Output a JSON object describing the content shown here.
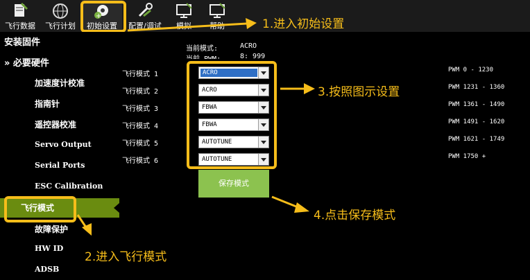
{
  "toolbar": {
    "items": [
      {
        "label": "飞行数据"
      },
      {
        "label": "飞行计划"
      },
      {
        "label": "初始设置"
      },
      {
        "label": "配置/调试"
      },
      {
        "label": "模拟"
      },
      {
        "label": "帮助"
      }
    ]
  },
  "sidebar": {
    "title": "安装固件",
    "expand_label": "» 必要硬件",
    "items": [
      {
        "label": "加速度计校准"
      },
      {
        "label": "指南针"
      },
      {
        "label": "遥控器校准"
      },
      {
        "label": "Servo Output"
      },
      {
        "label": "Serial Ports"
      },
      {
        "label": "ESC Calibration"
      },
      {
        "label": "飞行模式"
      },
      {
        "label": "故障保护"
      },
      {
        "label": "HW ID"
      },
      {
        "label": "ADSB"
      }
    ]
  },
  "status": {
    "current_mode_label": "当前模式:",
    "current_mode_value": "ACRO",
    "current_pwm_label": "当前 PWM:",
    "current_pwm_value": "8: 999"
  },
  "modes": [
    {
      "label": "飞行模式 1",
      "value": "ACRO",
      "selected": true
    },
    {
      "label": "飞行模式 2",
      "value": "ACRO"
    },
    {
      "label": "飞行模式 3",
      "value": "FBWA"
    },
    {
      "label": "飞行模式 4",
      "value": "FBWA"
    },
    {
      "label": "飞行模式 5",
      "value": "AUTOTUNE"
    },
    {
      "label": "飞行模式 6",
      "value": "AUTOTUNE"
    }
  ],
  "pwm_ranges": [
    "PWM 0 - 1230",
    "PWM 1231 - 1360",
    "PWM 1361 - 1490",
    "PWM 1491 - 1620",
    "PWM 1621 - 1749",
    "PWM 1750 +"
  ],
  "save_button": {
    "label": "保存模式"
  },
  "annotations": {
    "step1": "1.进入初始设置",
    "step2": "2.进入飞行模式",
    "step3": "3.按照图示设置",
    "step4": "4.点击保存模式"
  },
  "colors": {
    "highlight": "#f6bd1a",
    "active_green": "#6a8c10",
    "save_green": "#8cc24f",
    "select_blue": "#2f6fc5"
  },
  "icons": [
    "flight-data-icon",
    "flight-plan-icon",
    "setup-gear-icon",
    "config-tools-icon",
    "simulation-monitor-icon",
    "help-monitor-icon"
  ]
}
